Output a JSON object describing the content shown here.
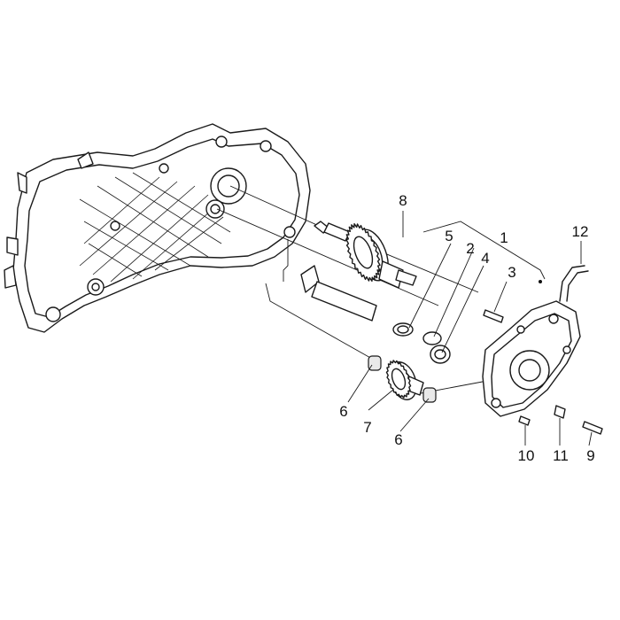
{
  "callouts": [
    {
      "id": "c1",
      "label": "1"
    },
    {
      "id": "c2",
      "label": "2"
    },
    {
      "id": "c3",
      "label": "3"
    },
    {
      "id": "c4",
      "label": "4"
    },
    {
      "id": "c5",
      "label": "5"
    },
    {
      "id": "c6a",
      "label": "6"
    },
    {
      "id": "c6b",
      "label": "6"
    },
    {
      "id": "c7",
      "label": "7"
    },
    {
      "id": "c8",
      "label": "8"
    },
    {
      "id": "c9",
      "label": "9"
    },
    {
      "id": "c10",
      "label": "10"
    },
    {
      "id": "c11",
      "label": "11"
    },
    {
      "id": "c12",
      "label": "12"
    }
  ]
}
